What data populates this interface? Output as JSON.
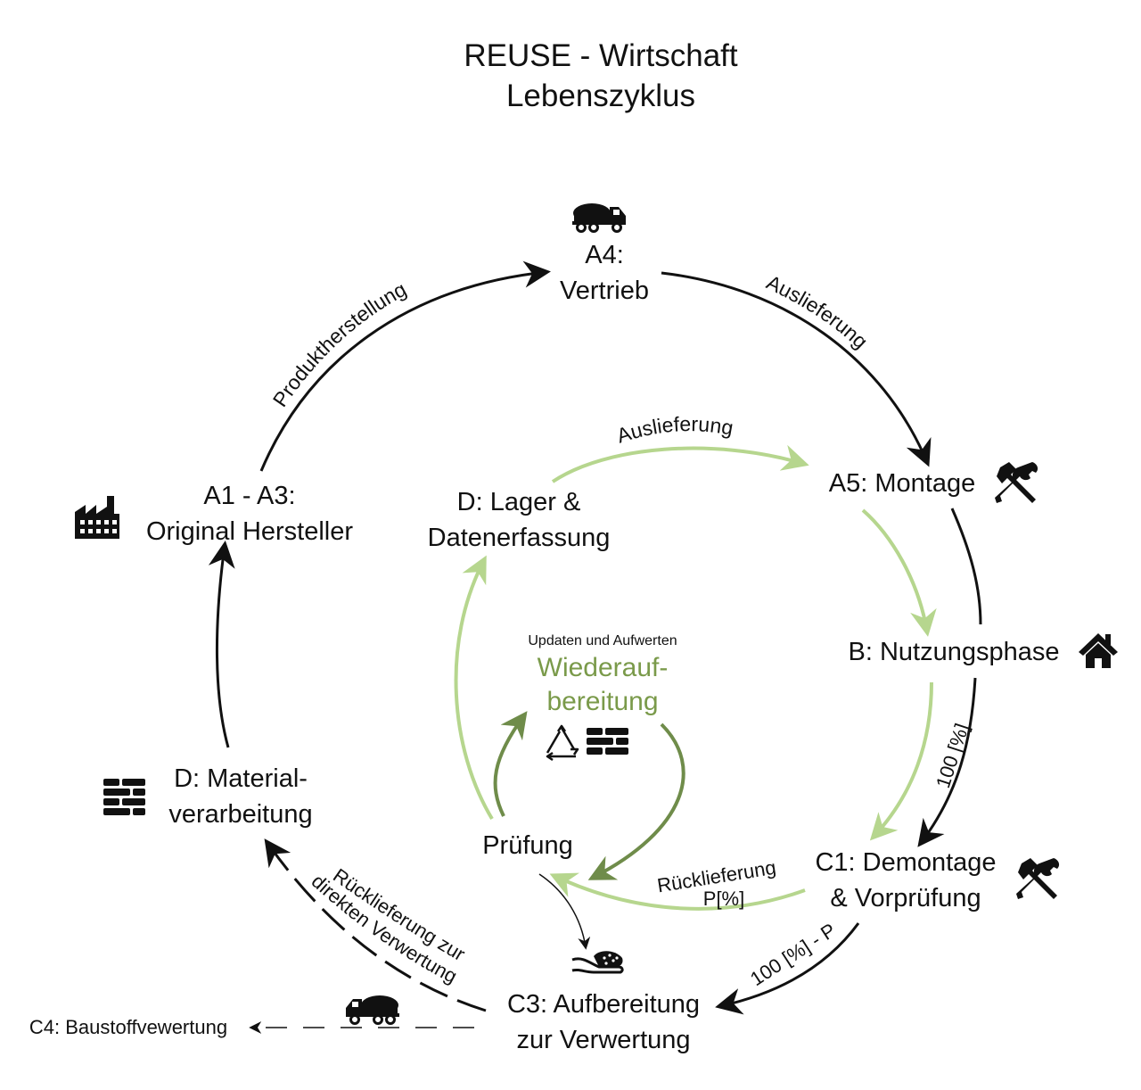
{
  "title": {
    "line1": "REUSE - Wirtschaft",
    "line2": "Lebenszyklus"
  },
  "nodes": {
    "a4": {
      "line1": "A4:",
      "line2": "Vertrieb"
    },
    "a5": {
      "label": "A5: Montage"
    },
    "b": {
      "label": "B: Nutzungsphase"
    },
    "c1": {
      "line1": "C1: Demontage",
      "line2": "& Vorprüfung"
    },
    "c3": {
      "line1": "C3: Aufbereitung",
      "line2": "zur Verwertung"
    },
    "c4": {
      "label": "C4: Baustoffvewertung"
    },
    "d_material": {
      "line1": "D: Material-",
      "line2": "verarbeitung"
    },
    "a1_a3": {
      "line1": "A1 - A3:",
      "line2": "Original Hersteller"
    },
    "d_lager": {
      "line1": "D: Lager &",
      "line2": "Datenerfassung"
    },
    "pruefung": {
      "label": "Prüfung"
    },
    "wiederauf": {
      "caption": "Updaten und Aufwerten",
      "line1": "Wiederauf-",
      "line2": "bereitung"
    }
  },
  "edges": {
    "produktherstellung": "Produktherstellung",
    "auslieferung_outer": "Auslieferung",
    "auslieferung_inner": "Auslieferung",
    "b_to_c1": "100 [%]",
    "c1_to_c3": "100 [%] - P",
    "ruecklieferung_line1": "Rücklieferung",
    "ruecklieferung_line2": "P[%]",
    "direkt_line1": "Rücklieferung zur",
    "direkt_line2": "direkten Verwertung"
  },
  "colors": {
    "black": "#111111",
    "light_green": "#b6d68e",
    "dark_green": "#6f8c4a",
    "text_green": "#7a9a4a"
  },
  "icons": [
    "concrete-mixer-truck-icon",
    "tools-icon",
    "house-icon",
    "factory-icon",
    "bricks-icon",
    "recycle-icon",
    "hand-with-sand-icon"
  ]
}
